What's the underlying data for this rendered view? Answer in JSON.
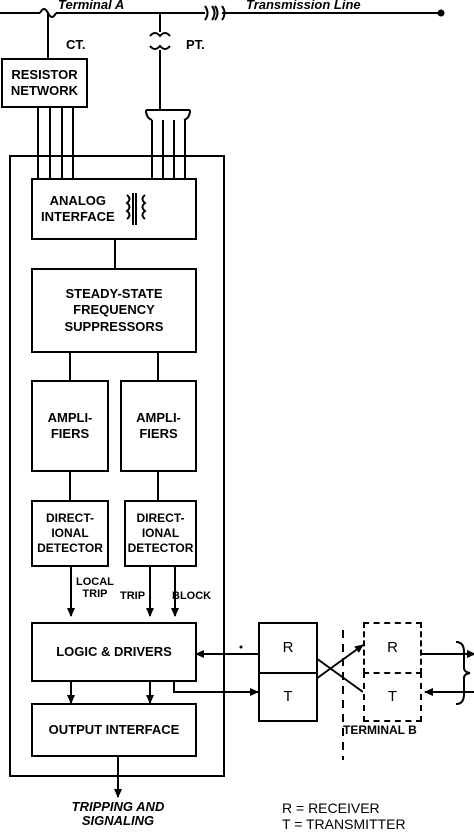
{
  "header": {
    "terminal_a": "Terminal A",
    "transmission_line": "Transmission Line"
  },
  "instruments": {
    "ct": "CT.",
    "pt": "PT."
  },
  "blocks": {
    "resistor_network": [
      "RESISTOR",
      "NETWORK"
    ],
    "analog_interface": [
      "ANALOG",
      "INTERFACE"
    ],
    "steady_state": [
      "STEADY-STATE",
      "FREQUENCY",
      "SUPPRESSORS"
    ],
    "amplifiers_left": [
      "AMPLI-",
      "FIERS"
    ],
    "amplifiers_right": [
      "AMPLI-",
      "FIERS"
    ],
    "detector_left": [
      "DIRECT-",
      "IONAL",
      "DETECTOR"
    ],
    "detector_right": [
      "DIRECT-",
      "IONAL",
      "DETECTOR"
    ],
    "logic_drivers": "LOGIC & DRIVERS",
    "output_interface": "OUTPUT INTERFACE",
    "receiver": "R",
    "transmitter": "T",
    "remote_receiver": "R",
    "remote_transmitter": "T"
  },
  "signals": {
    "local_trip": [
      "LOCAL",
      "TRIP"
    ],
    "trip": "TRIP",
    "block": "BLOCK"
  },
  "footer": {
    "tripping": [
      "TRIPPING AND",
      "SIGNALING"
    ],
    "terminal_b": "TERMINAL B",
    "legend": [
      "R = RECEIVER",
      "T = TRANSMITTER"
    ]
  }
}
